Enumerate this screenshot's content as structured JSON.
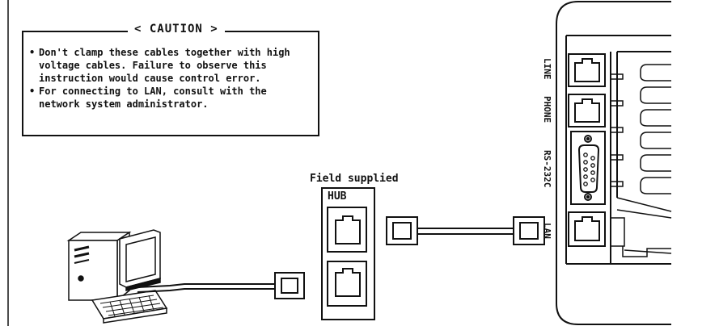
{
  "caution": {
    "title": "< CAUTION >",
    "items": [
      "Don't clamp these cables together with high voltage cables. Failure to observe this instruction would cause control error.",
      "For connecting to LAN, consult with the network system administrator."
    ]
  },
  "hub": {
    "field_label": "Field supplied",
    "label": "HUB"
  },
  "device_ports": [
    "LINE",
    "PHONE",
    "RS-232C",
    "LAN"
  ],
  "icons": [
    "computer-icon",
    "rj45-plug-icon",
    "hub-port-icon",
    "db9-connector-icon"
  ]
}
